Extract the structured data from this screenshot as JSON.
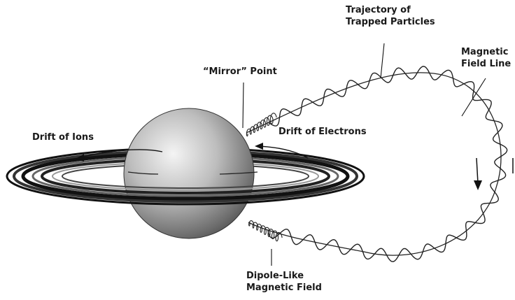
{
  "labels": {
    "trajectory_line1": "Trajectory of",
    "trajectory_line2": "Trapped Particles",
    "field_line_line1": "Magnetic",
    "field_line_line2": "Field Line",
    "mirror_point": "“Mirror” Point",
    "drift_ions": "Drift of Ions",
    "drift_electrons": "Drift of Electrons",
    "dipole_line1": "Dipole-Like",
    "dipole_line2": "Magnetic Field"
  }
}
